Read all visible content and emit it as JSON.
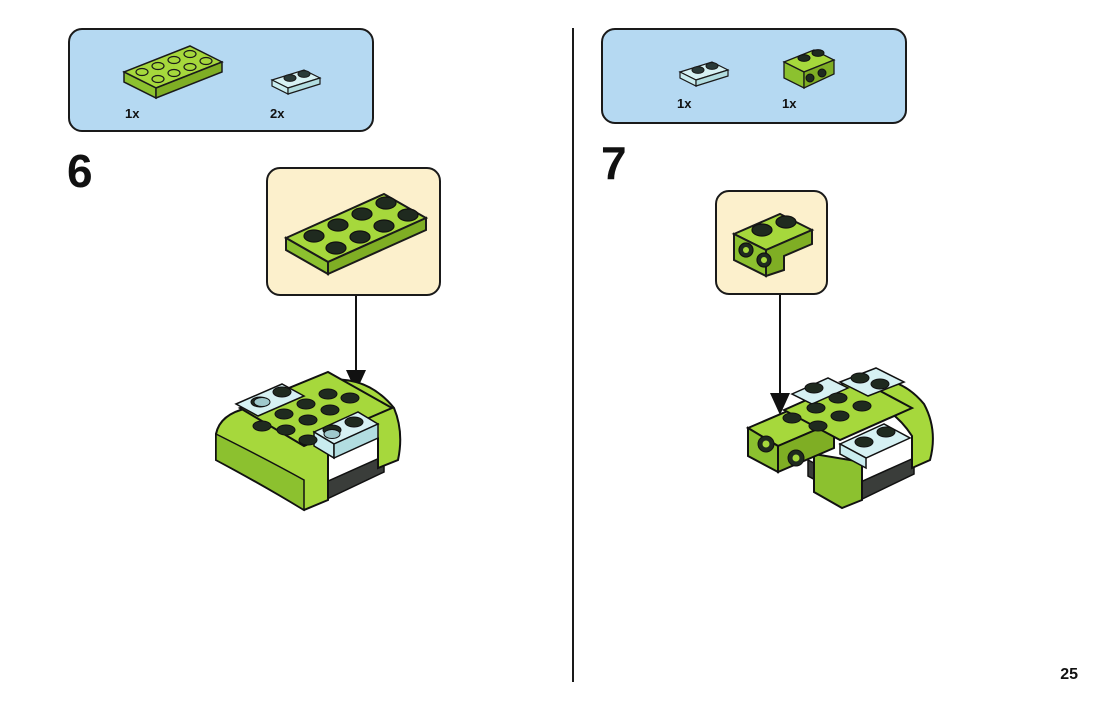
{
  "colors": {
    "lime": "#a6d83c",
    "lime_dark": "#7fae24",
    "trans_clear": "#c9ecef",
    "parts_bg": "#b5d9f2",
    "callout_bg": "#fcf0cc",
    "dark_stud": "#222a22"
  },
  "left_step": {
    "number": "6",
    "parts": [
      {
        "icon": "lime-plate-2x4-icon",
        "quantity": "1x"
      },
      {
        "icon": "trans-clear-plate-1x2-icon",
        "quantity": "2x"
      }
    ],
    "callout_part": "lime-plate-2x4-icon",
    "model": "frog-body-step-6"
  },
  "right_step": {
    "number": "7",
    "parts": [
      {
        "icon": "trans-clear-plate-1x2-icon",
        "quantity": "1x"
      },
      {
        "icon": "lime-bracket-icon",
        "quantity": "1x"
      }
    ],
    "callout_part": "lime-bracket-icon",
    "model": "frog-body-step-7"
  },
  "page_number": "25"
}
